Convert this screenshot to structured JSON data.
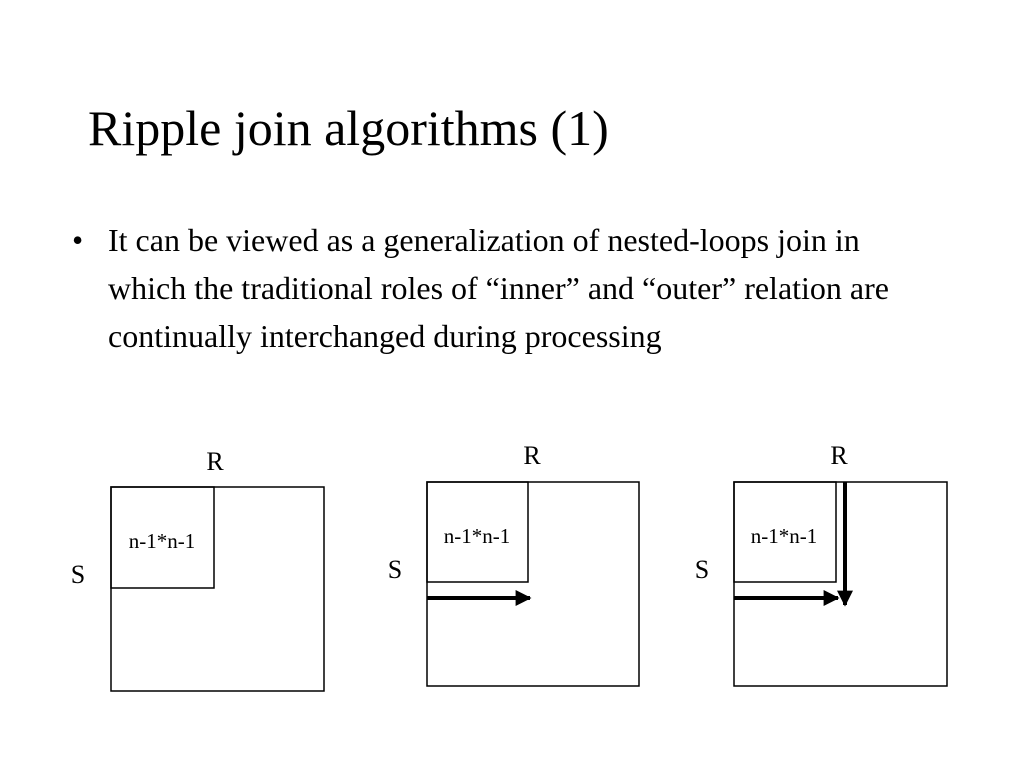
{
  "slide": {
    "title": "Ripple join algorithms (1)",
    "bullets": [
      {
        "marker": "•",
        "text": "It can be viewed as a generalization of nested-loops join in which the traditional roles of “inner” and “outer” relation are continually interchanged during processing"
      }
    ]
  },
  "diagrams": [
    {
      "top_label": "R",
      "side_label": "S",
      "inner_label": "n-1*n-1",
      "arrows": []
    },
    {
      "top_label": "R",
      "side_label": "S",
      "inner_label": "n-1*n-1",
      "arrows": [
        "right"
      ]
    },
    {
      "top_label": "R",
      "side_label": "S",
      "inner_label": "n-1*n-1",
      "arrows": [
        "right",
        "down"
      ]
    }
  ]
}
